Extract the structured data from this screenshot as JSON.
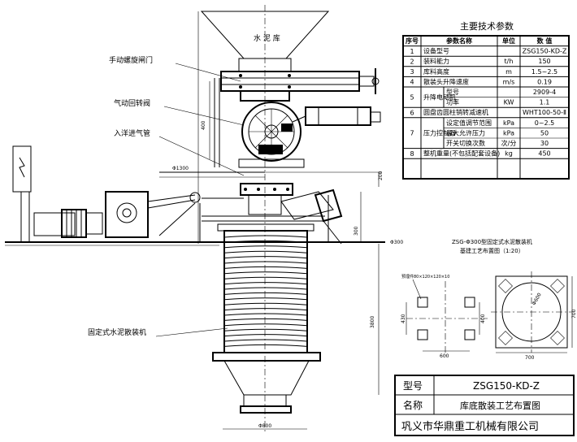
{
  "labels": {
    "cement_bin": "水 泥 库",
    "manual_gate": "手动螺旋闸门",
    "pneumatic_valve": "气动回转阀",
    "air_inlet": "入洋进气管",
    "loader": "固定式水泥散装机"
  },
  "dimensions": {
    "d1300": "Φ1300",
    "d300": "Φ300",
    "h400": "400",
    "h200": "200",
    "h300": "300",
    "h3800": "3800",
    "d800": "Φ800",
    "plan_600": "600",
    "plan_400": "400",
    "plan_430": "430",
    "plan_700": "700",
    "plan_600b": "Φ600",
    "plan_700b": "700"
  },
  "params": {
    "title": "主要技术参数",
    "headers": [
      "序号",
      "参数名称",
      "单位",
      "数 值"
    ],
    "rows": [
      {
        "no": "1",
        "name": "设备型号",
        "unit": "",
        "value": "ZSG150-KD-Z"
      },
      {
        "no": "2",
        "name": "装料能力",
        "unit": "t/h",
        "value": "150"
      },
      {
        "no": "3",
        "name": "库料高度",
        "unit": "m",
        "value": "1.5~2.5"
      },
      {
        "no": "4",
        "name": "散装头升降速度",
        "unit": "m/s",
        "value": "0.19"
      },
      {
        "no": "5",
        "name": "升降电动机",
        "sub": [
          {
            "name": "型号",
            "unit": "",
            "value": "2909-4"
          },
          {
            "name": "功率",
            "unit": "KW",
            "value": "1.1"
          }
        ]
      },
      {
        "no": "6",
        "name": "圆盘齿圆柱销转减速机",
        "unit": "",
        "value": "WHT100-50-Ⅱ"
      },
      {
        "no": "7",
        "name": "压力控制器",
        "sub": [
          {
            "name": "设定值调节范围",
            "unit": "kPa",
            "value": "0~2.5"
          },
          {
            "name": "最大允许压力",
            "unit": "kPa",
            "value": "50"
          },
          {
            "name": "开关切换次数",
            "unit": "次/分",
            "value": "30"
          }
        ]
      },
      {
        "no": "8",
        "name": "整机重量(不包括配套设备)",
        "unit": "kg",
        "value": "450"
      }
    ]
  },
  "plan": {
    "title_line1": "ZSG-Φ300型固定式水泥散装机",
    "title_line2": "基建工艺布置图（1:20）",
    "bolt_note": "预埋件80×120×120×10"
  },
  "title_block": {
    "model_label": "型号",
    "model_value": "ZSG150-KD-Z",
    "name_label": "名称",
    "name_value": "库底散装工艺布置图",
    "company": "巩义市华鼎重工机械有限公司"
  }
}
